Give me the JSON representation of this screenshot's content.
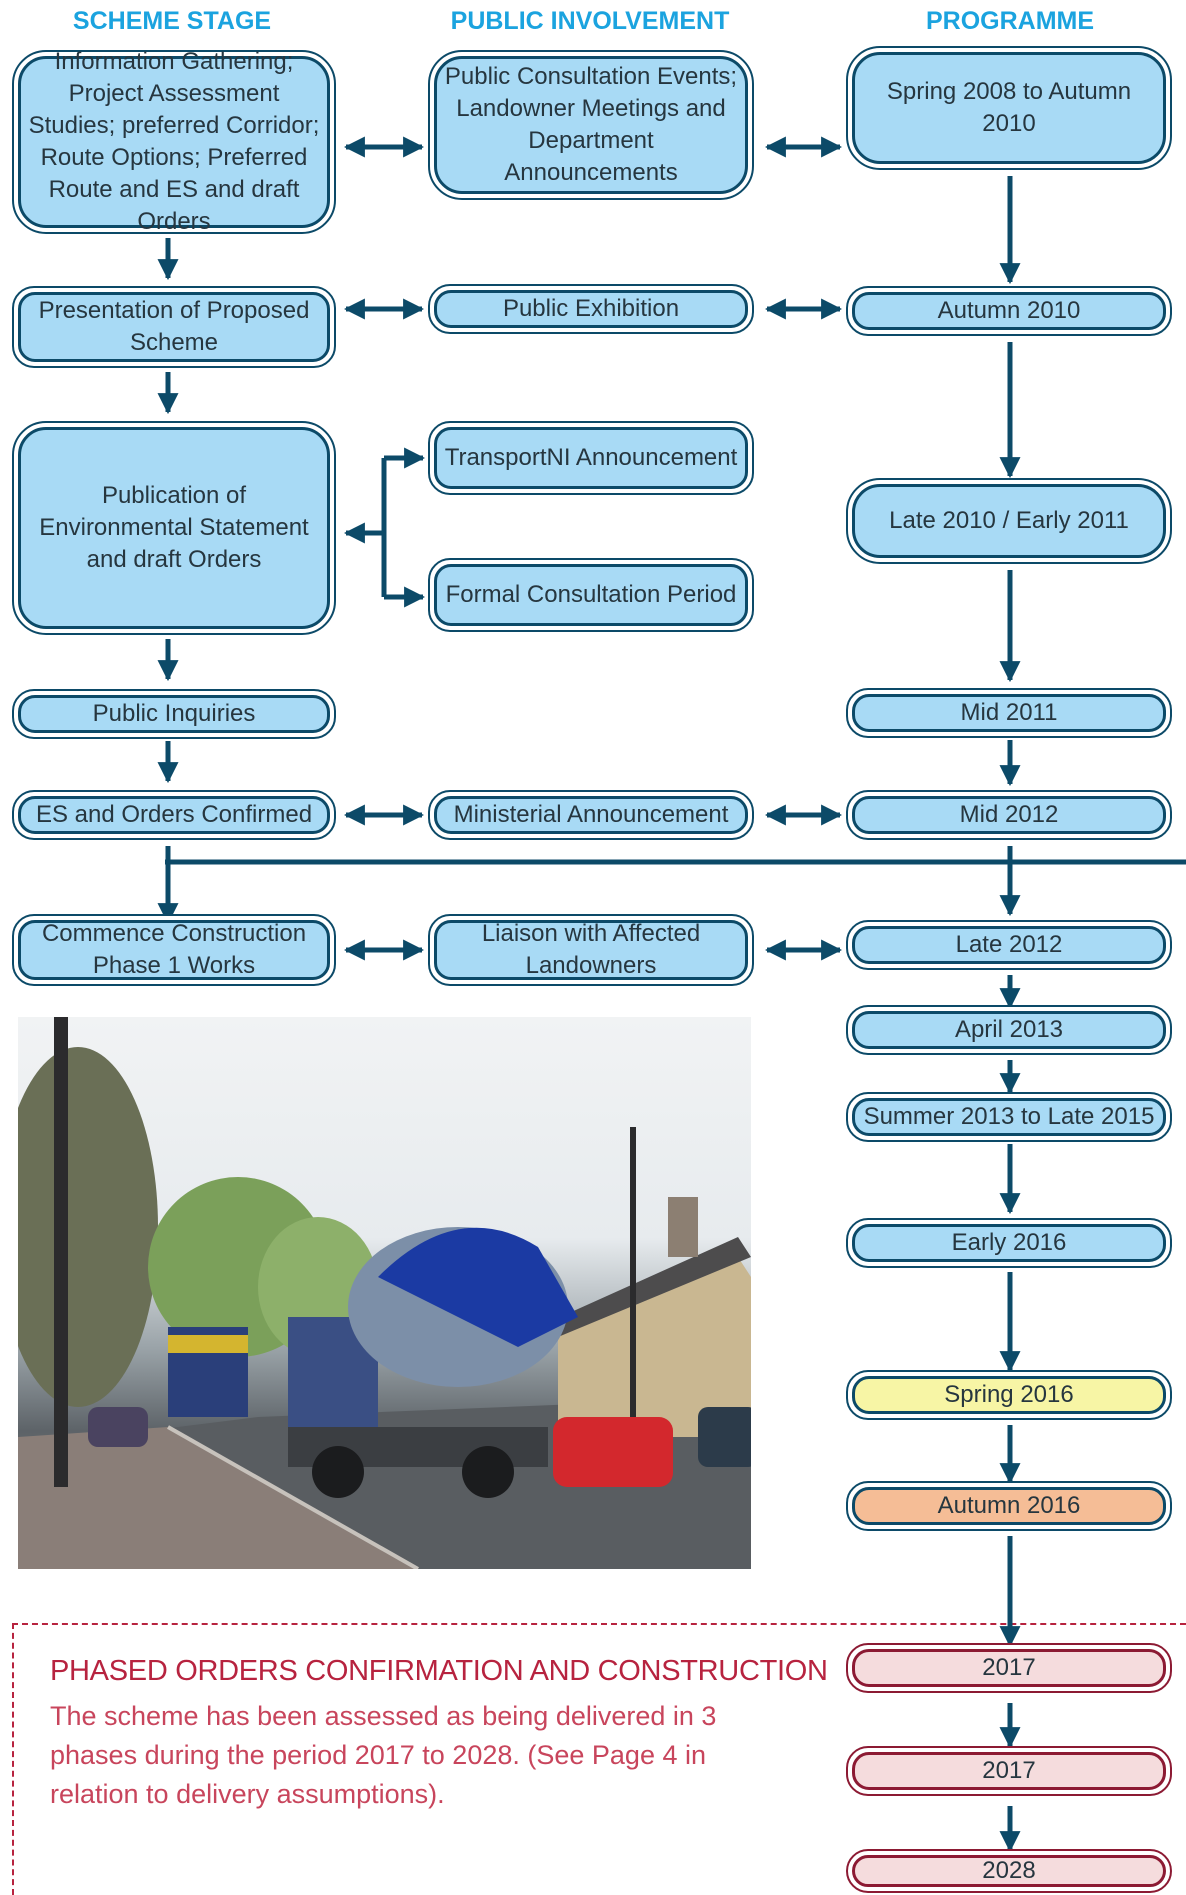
{
  "headers": {
    "scheme_stage": "SCHEME STAGE",
    "public_involvement": "PUBLIC INVOLVEMENT",
    "programme": "PROGRAMME"
  },
  "scheme": {
    "info_gathering": "Information Gathering; Project Assessment Studies; preferred Corridor; Route Options; Preferred Route and ES and draft Orders",
    "presentation": "Presentation of Proposed Scheme",
    "publication": "Publication of Environmental Statement and draft Orders",
    "inquiries": "Public Inquiries",
    "confirmed": "ES and Orders Confirmed",
    "commence": "Commence Construction Phase 1 Works"
  },
  "public": {
    "consultation": "Public Consultation Events; Landowner Meetings and Department Announcements",
    "exhibition": "Public Exhibition",
    "transportni": "TransportNI Announcement",
    "formal": "Formal Consultation Period",
    "ministerial": "Ministerial Announcement",
    "liaison": "Liaison with Affected Landowners"
  },
  "programme": {
    "p1": "Spring 2008 to Autumn 2010",
    "p2": "Autumn 2010",
    "p3": "Late 2010 / Early 2011",
    "p4": "Mid 2011",
    "p5": "Mid 2012",
    "p6": "Late 2012",
    "p7": "April 2013",
    "p8": "Summer 2013 to Late 2015",
    "p9": "Early 2016",
    "p10": "Spring 2016",
    "p11": "Autumn 2016",
    "p12": "2017",
    "p13": "2017",
    "p14": "2028"
  },
  "phased": {
    "title": "PHASED ORDERS CONFIRMATION AND CONSTRUCTION",
    "text": "The scheme has been assessed as being delivered in 3 phases during the period 2017 to 2028. (See Page 4 in relation to delivery assumptions)."
  },
  "colors": {
    "header": "#1ba3df",
    "box_fill": "#a8daf5",
    "box_border": "#0c4a68",
    "spring_2016": "#f7f5a5",
    "autumn_2016": "#f5bd96",
    "phased_fill": "#f5dcdd",
    "phased_border": "#8c1a33",
    "phased_text": "#b7233f"
  }
}
